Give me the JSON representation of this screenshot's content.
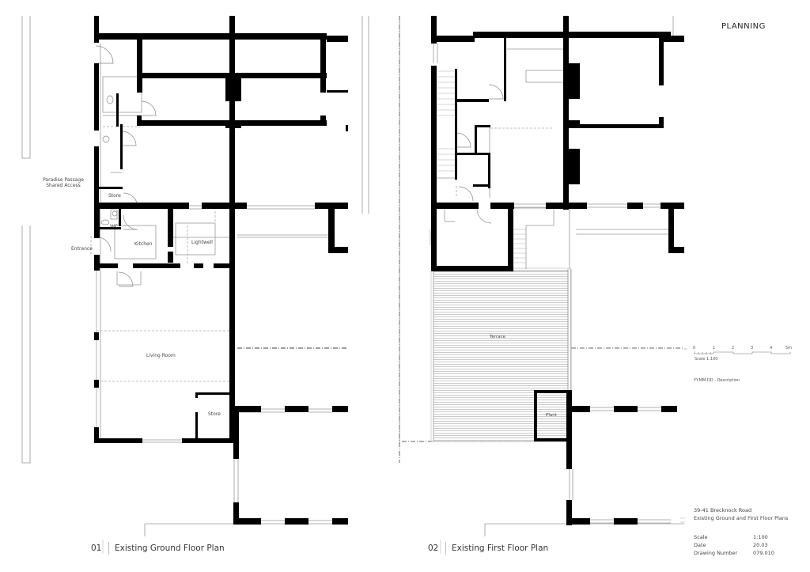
{
  "header": {
    "status_label": "PLANNING"
  },
  "plans": [
    {
      "number": "01",
      "title": "Existing Ground Floor Plan",
      "rooms": [
        {
          "label": "Paradise Passage",
          "sub": "Shared Access"
        },
        {
          "label": "Store"
        },
        {
          "label": "WC"
        },
        {
          "label": "Entrance"
        },
        {
          "label": "Kitchen"
        },
        {
          "label": "Lightwell"
        },
        {
          "label": "Living Room"
        },
        {
          "label": "Store"
        }
      ]
    },
    {
      "number": "02",
      "title": "Existing First Floor Plan",
      "rooms": [
        {
          "label": "Terrace"
        },
        {
          "label": "Plant"
        }
      ]
    }
  ],
  "scale_bar": {
    "ticks": [
      "0",
      "1",
      "2",
      "3",
      "4",
      "5m"
    ],
    "caption": "Scale 1:100"
  },
  "revision_note": "YY.MM.DD - Description",
  "title_block": {
    "project": "39-41 Brecknock Road",
    "drawing_title": "Existing Ground and First Floor Plans",
    "rows": [
      {
        "key": "Scale",
        "value": "1:100"
      },
      {
        "key": "Date",
        "value": "20.03"
      },
      {
        "key": "Drawing Number",
        "value": "079.010"
      }
    ]
  },
  "colors": {
    "wall": "#000000",
    "thin_line": "#9a9a9a",
    "background": "#ffffff",
    "text": "#333333"
  }
}
